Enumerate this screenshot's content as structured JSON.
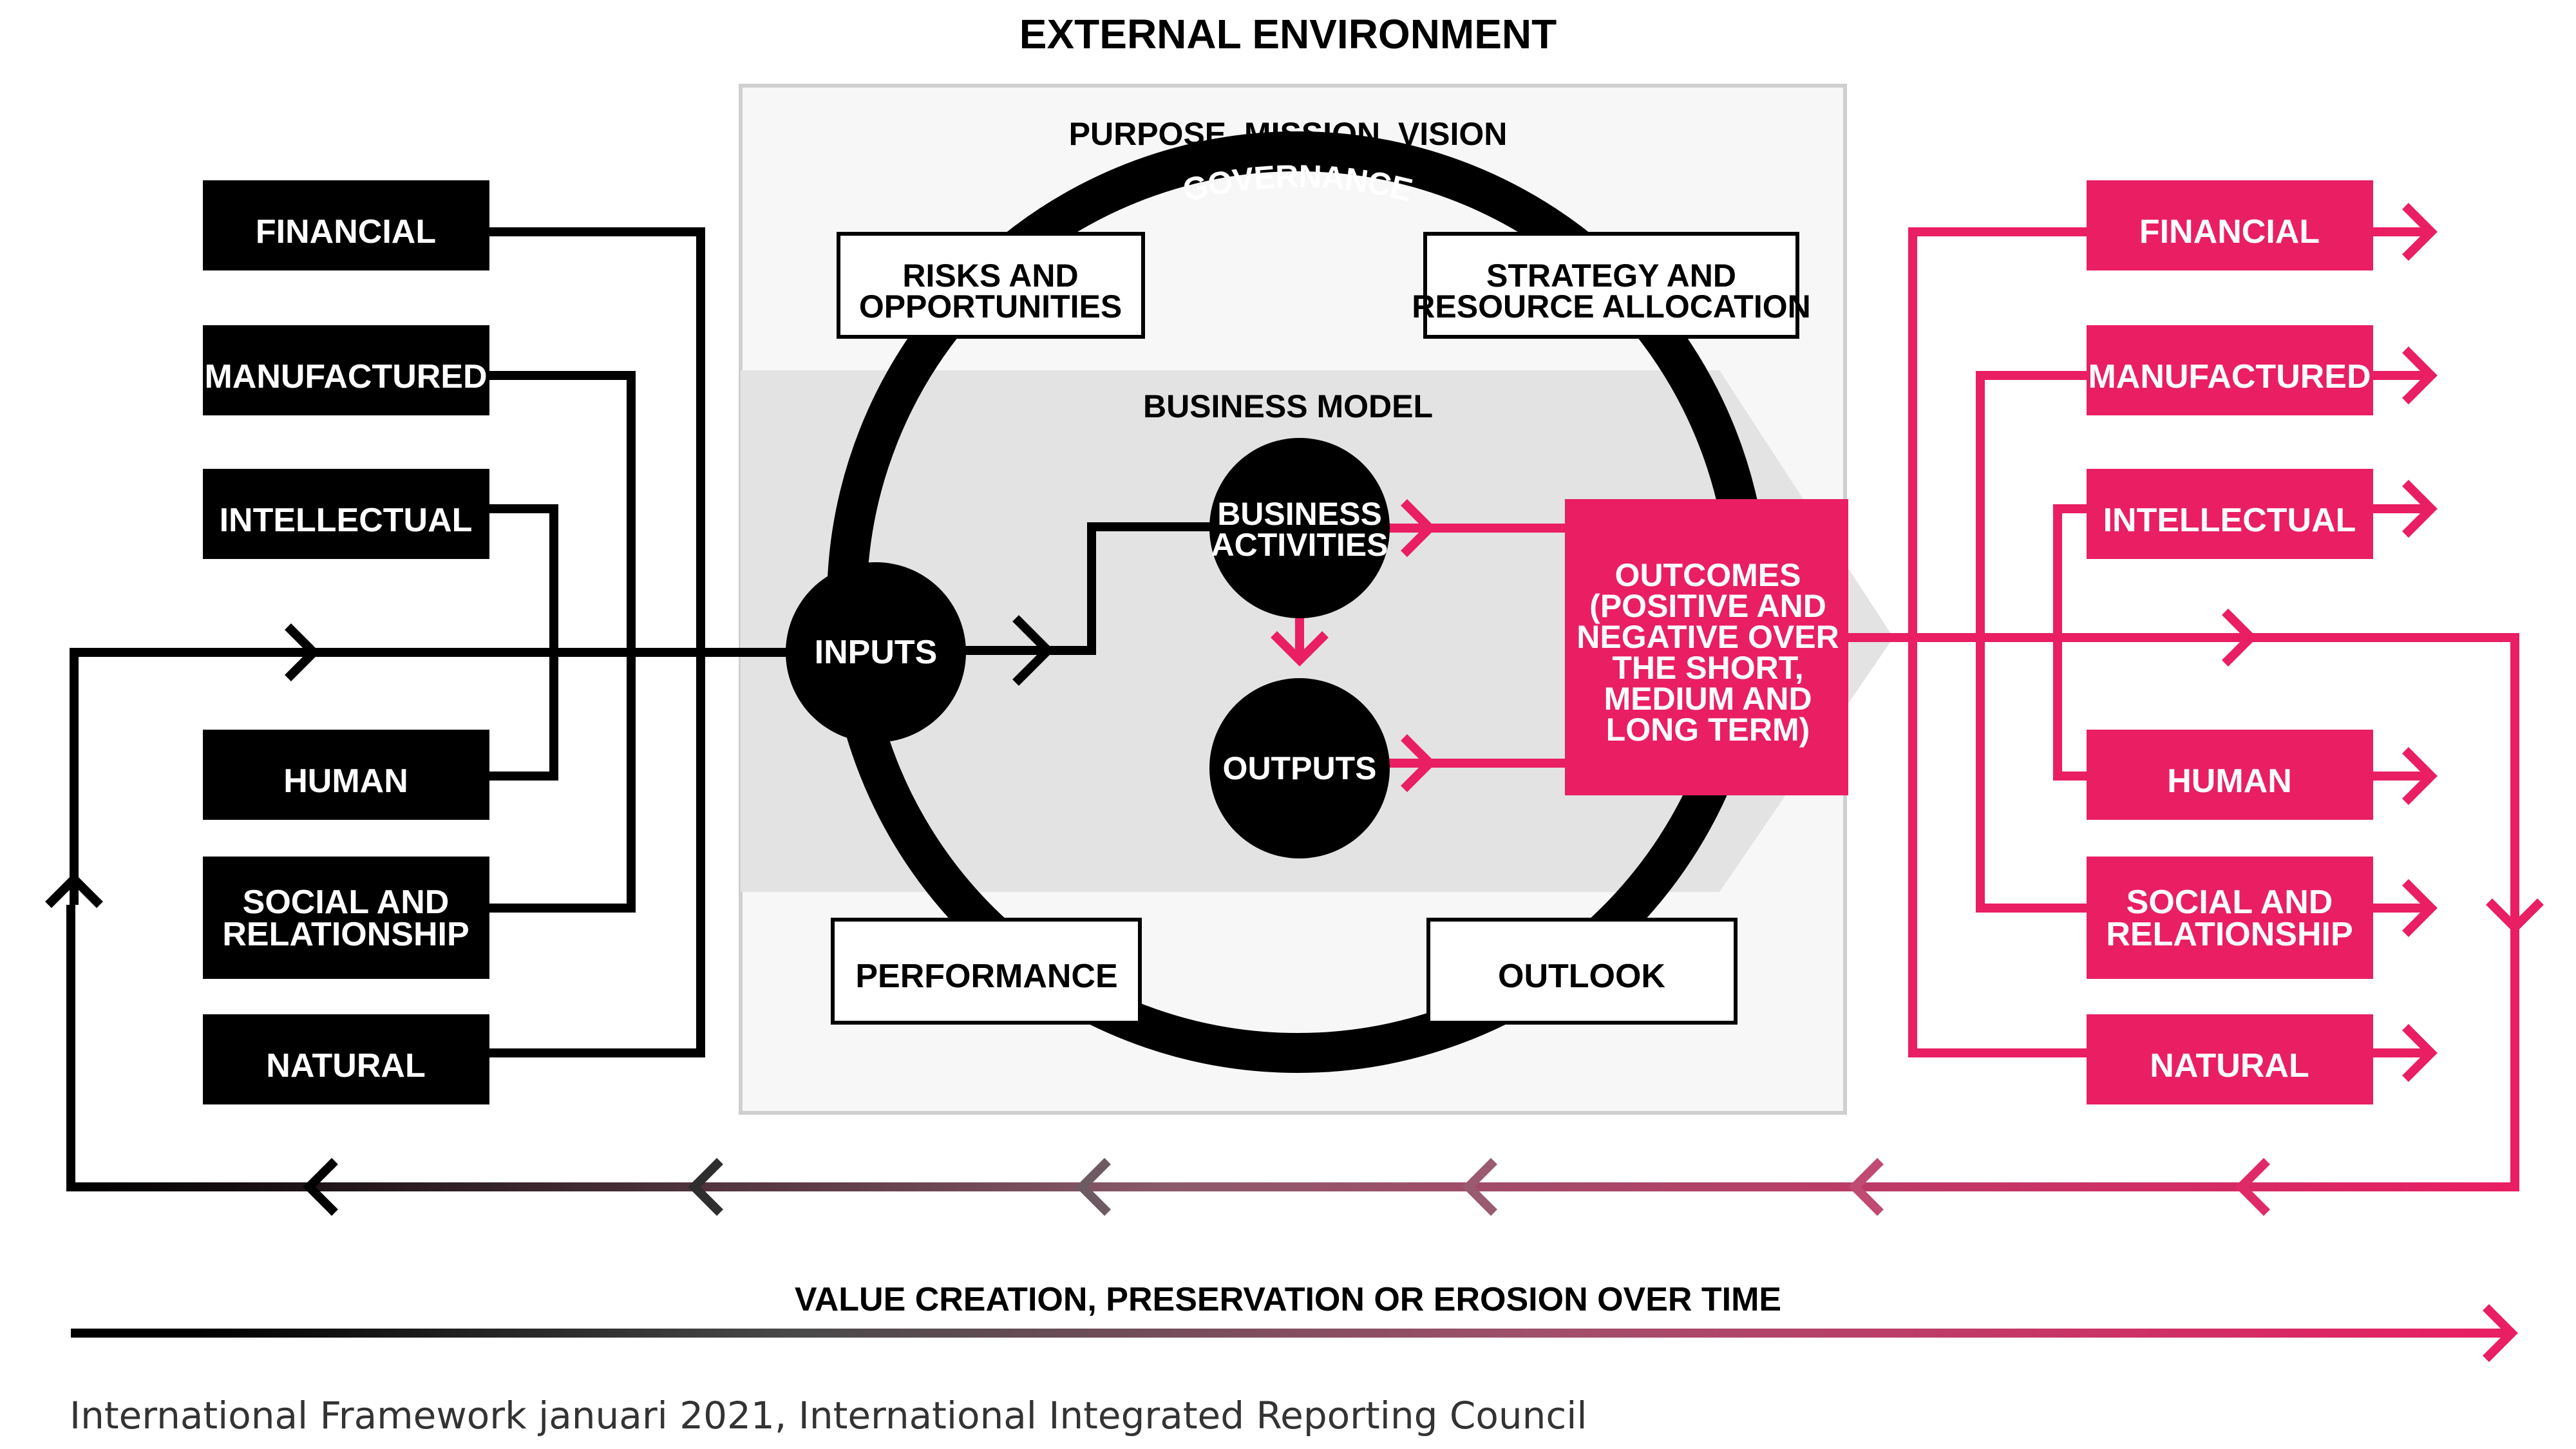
{
  "title": "EXTERNAL ENVIRONMENT",
  "purpose": "PURPOSE, MISSION, VISION",
  "governance": "GOVERNANCE",
  "risks": [
    "RISKS AND",
    "OPPORTUNITIES"
  ],
  "strategy": [
    "STRATEGY AND",
    "RESOURCE ALLOCATION"
  ],
  "business_model": "BUSINESS MODEL",
  "business_activities": [
    "BUSINESS",
    "ACTIVITIES"
  ],
  "inputs": "INPUTS",
  "outputs": "OUTPUTS",
  "outcomes": [
    "OUTCOMES",
    "(POSITIVE AND",
    "NEGATIVE OVER",
    "THE SHORT,",
    "MEDIUM AND",
    "LONG TERM)"
  ],
  "performance": "PERFORMANCE",
  "outlook": "OUTLOOK",
  "capitals_in": {
    "financial": [
      "FINANCIAL"
    ],
    "manufactured": [
      "MANUFACTURED"
    ],
    "intellectual": [
      "INTELLECTUAL"
    ],
    "human": [
      "HUMAN"
    ],
    "social": [
      "SOCIAL AND",
      "RELATIONSHIP"
    ],
    "natural": [
      "NATURAL"
    ]
  },
  "capitals_out": {
    "financial": [
      "FINANCIAL"
    ],
    "manufactured": [
      "MANUFACTURED"
    ],
    "intellectual": [
      "INTELLECTUAL"
    ],
    "human": [
      "HUMAN"
    ],
    "social": [
      "SOCIAL AND",
      "RELATIONSHIP"
    ],
    "natural": [
      "NATURAL"
    ]
  },
  "value_creation": "VALUE CREATION, PRESERVATION OR EROSION OVER TIME",
  "caption": "International Framework januari 2021, International Integrated Reporting Council",
  "colors": {
    "black": "#000000",
    "pink": "#E91E63",
    "band_gray": "#E3E3E3",
    "env_border": "#CFCFCF"
  }
}
